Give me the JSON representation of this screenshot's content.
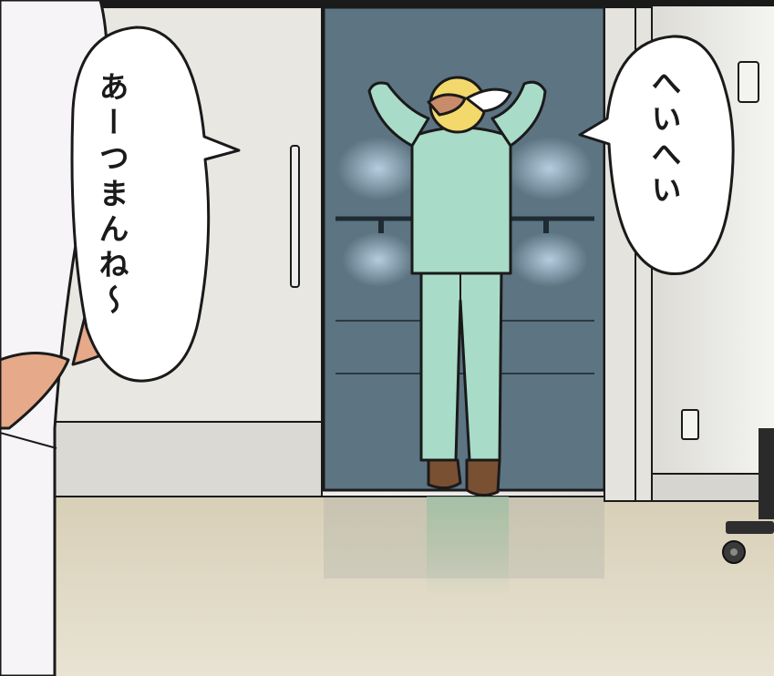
{
  "panel": {
    "dialogue": [
      {
        "speaker": "nurse",
        "text": "あーつまんね～"
      },
      {
        "speaker": "patient",
        "text": "へいへい"
      }
    ]
  },
  "colors": {
    "floor": "#e2dcc9",
    "door": "#5d7482",
    "uniform": "#a9dcc8",
    "hair": "#f3d86b",
    "skin": "#e6a98a",
    "outline": "#1a1a1a"
  }
}
